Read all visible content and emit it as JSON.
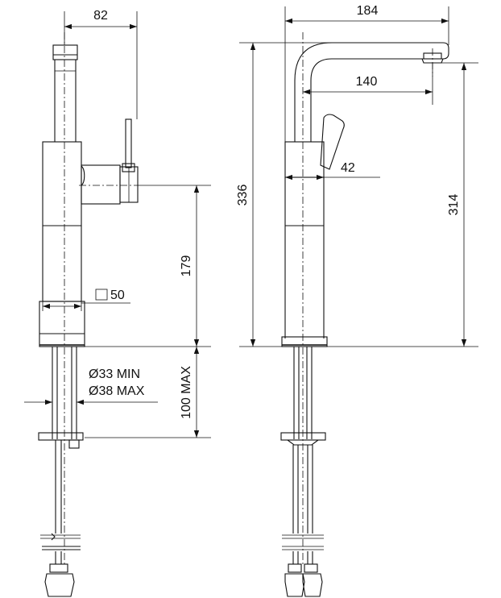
{
  "colors": {
    "line": "#111111",
    "background": "#ffffff"
  },
  "front_view": {
    "dim_spout_reach": "82",
    "dim_outlet_height": "179",
    "dim_square": "50",
    "dim_hole_min": "Ø33 MIN",
    "dim_hole_max": "Ø38 MAX",
    "dim_deck_thickness": "100 MAX"
  },
  "side_view": {
    "dim_overall_depth": "184",
    "dim_outlet_projection": "140",
    "dim_lever_offset": "42",
    "dim_overall_height": "336",
    "dim_outlet_height": "314"
  }
}
